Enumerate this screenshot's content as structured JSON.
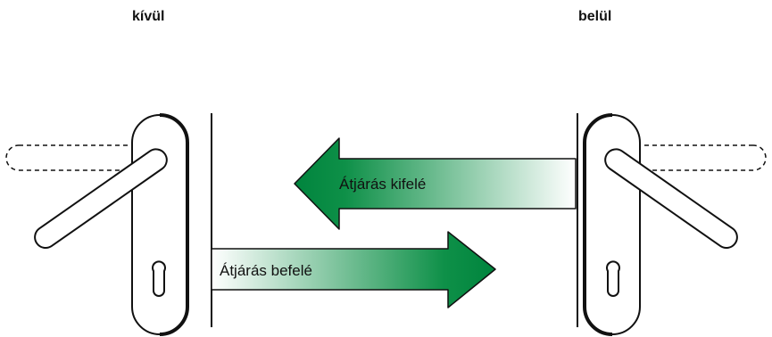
{
  "labels": {
    "outside": "kívül",
    "inside": "belül"
  },
  "arrows": {
    "outward": {
      "label": "Átjárás kifelé",
      "direction": "left",
      "color_dark": "#00843d",
      "color_light": "#ffffff"
    },
    "inward": {
      "label": "Átjárás befelé",
      "direction": "right",
      "color_dark": "#00843d",
      "color_light": "#ffffff"
    }
  },
  "handles": {
    "left": {
      "icon": "door-handle-icon",
      "resting": "solid",
      "raised": "dashed"
    },
    "right": {
      "icon": "door-handle-icon",
      "resting": "solid",
      "raised": "dashed"
    }
  }
}
